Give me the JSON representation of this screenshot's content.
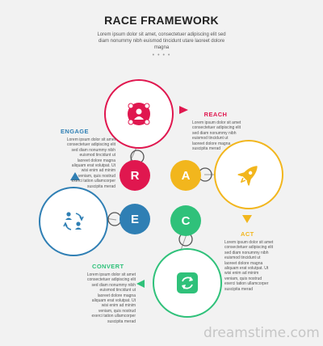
{
  "header": {
    "title": "RACE FRAMEWORK",
    "subtitle": "Lorem ipsum dolor sit amet, consectetuer adipiscing elit sed diam nonummy nibh euismod tincidunt utare laoreet dolore magna",
    "dots": "• • • •"
  },
  "colors": {
    "reach": "#e0174f",
    "act": "#f2b61d",
    "convert": "#2fc17a",
    "engage": "#2f7fb4"
  },
  "stages": [
    {
      "letter": "R",
      "title": "REACH",
      "icon": "people-network-icon",
      "arrow": "right",
      "body": [
        "Lorem ipsum dolor sit amet",
        "consectetuer adipiscing elit",
        "sed diam nonummy nibh",
        "euismod tincidunt ut",
        "laoreet dolore magna",
        "suscipita merad"
      ]
    },
    {
      "letter": "A",
      "title": "ACT",
      "icon": "rocket-icon",
      "arrow": "down",
      "body": [
        "Lorem ipsum dolor sit amet",
        "consectetuer adipiscing elit",
        "sed diam nonummy nibh",
        "euismod tincidunt ut",
        "laoreet dolore magna",
        "aliquam erat volutpat. Ut",
        "wisi enim ad minim",
        "veniam, quis nostrud",
        "exerci tation ullamcorper",
        "suscipita merad"
      ]
    },
    {
      "letter": "C",
      "title": "CONVERT",
      "icon": "refresh-cycle-icon",
      "arrow": "left",
      "body": [
        "Lorem ipsum dolor sit amet",
        "consectetuer adipiscing elit",
        "sed diam nonummy nibh",
        "euismod tincidunt ut",
        "laoreet dolore magna",
        "aliquam erat volutpat. Ut",
        "wisi enim ad minim",
        "veniam, quis nostrud",
        "exerci tation ullamcorper",
        "suscipita merad"
      ]
    },
    {
      "letter": "E",
      "title": "ENGAGE",
      "icon": "exchange-people-icon",
      "arrow": "up",
      "body": [
        "Lorem ipsum dolor sit amet",
        "consectetuer adipiscing elit",
        "sed diam nonummy nibh",
        "euismod tincidunt ut",
        "laoreet dolore magna",
        "aliquam erat volutpat. Ut",
        "wisi enim ad minim",
        "veniam, quis nostrud",
        "exerci tation ullamcorper",
        "suscipita merad"
      ]
    }
  ],
  "watermark": "dreamstime.com"
}
